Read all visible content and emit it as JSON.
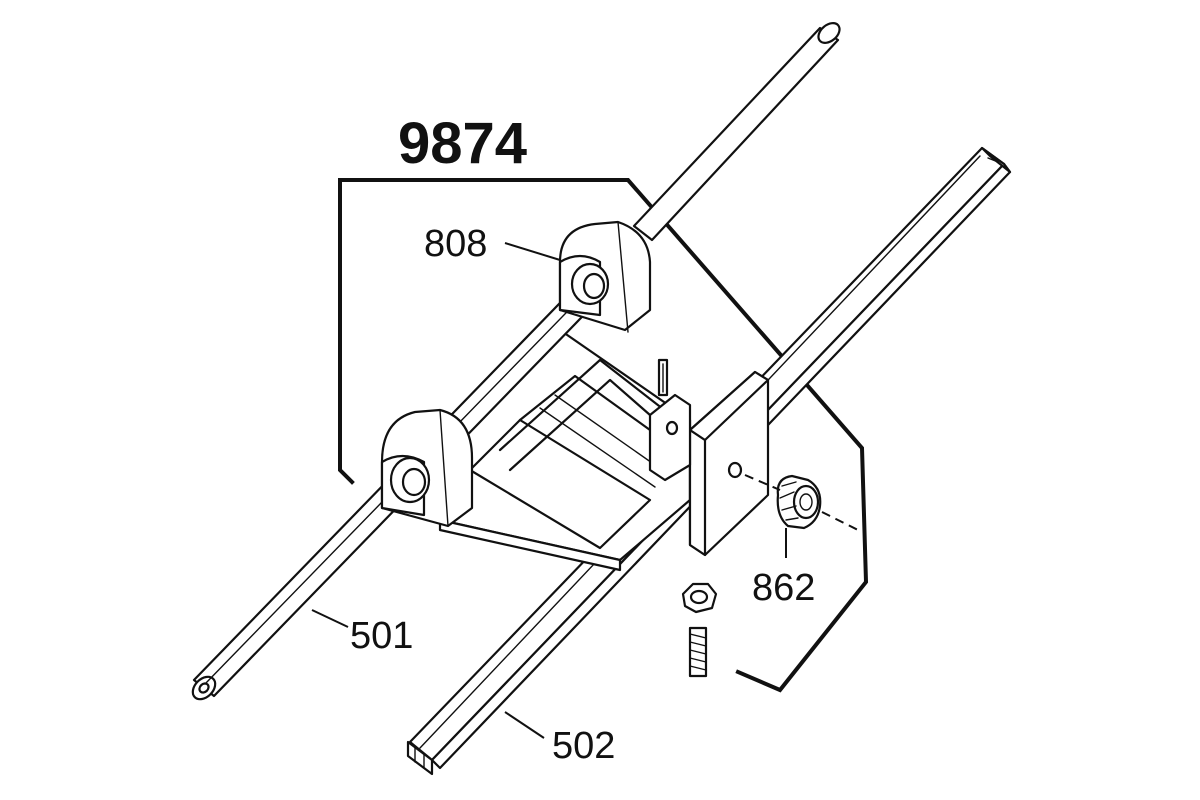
{
  "assembly": {
    "number": "9874"
  },
  "parts": [
    {
      "id": "808"
    },
    {
      "id": "862"
    },
    {
      "id": "501"
    },
    {
      "id": "502"
    }
  ],
  "colors": {
    "line": "#111111",
    "background": "#ffffff"
  }
}
